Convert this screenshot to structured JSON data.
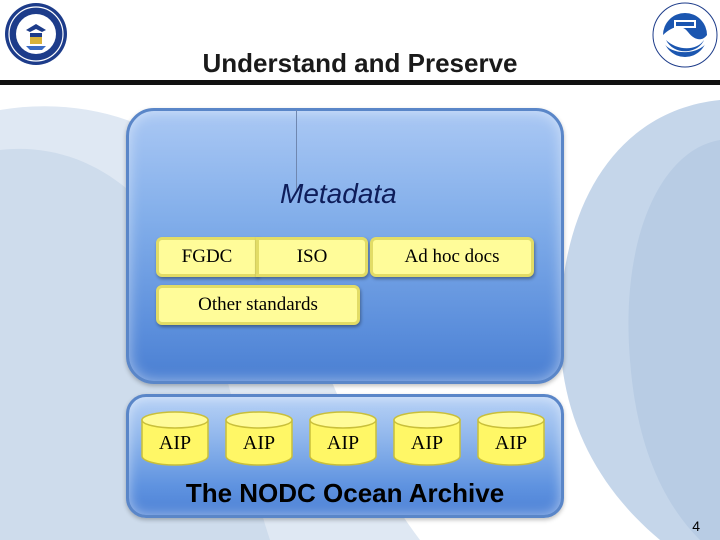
{
  "header": {
    "title": "Understand and Preserve"
  },
  "metadata": {
    "label": "Metadata",
    "tags": [
      "FGDC",
      "ISO",
      "Ad hoc docs",
      "Other standards"
    ]
  },
  "archive": {
    "label": "The NODC Ocean Archive",
    "packages": [
      "AIP",
      "AIP",
      "AIP",
      "AIP",
      "AIP"
    ]
  },
  "footer": {
    "page_number": "4"
  },
  "colors": {
    "panel_blue": "#6f9ee6",
    "tag_yellow": "#fffc99",
    "cylinder_yellow": "#fffa66",
    "swoosh_blue": "#d6e2f0"
  },
  "icons": {
    "left_seal": "department-of-commerce-seal-icon",
    "right_seal": "noaa-logo-icon"
  }
}
